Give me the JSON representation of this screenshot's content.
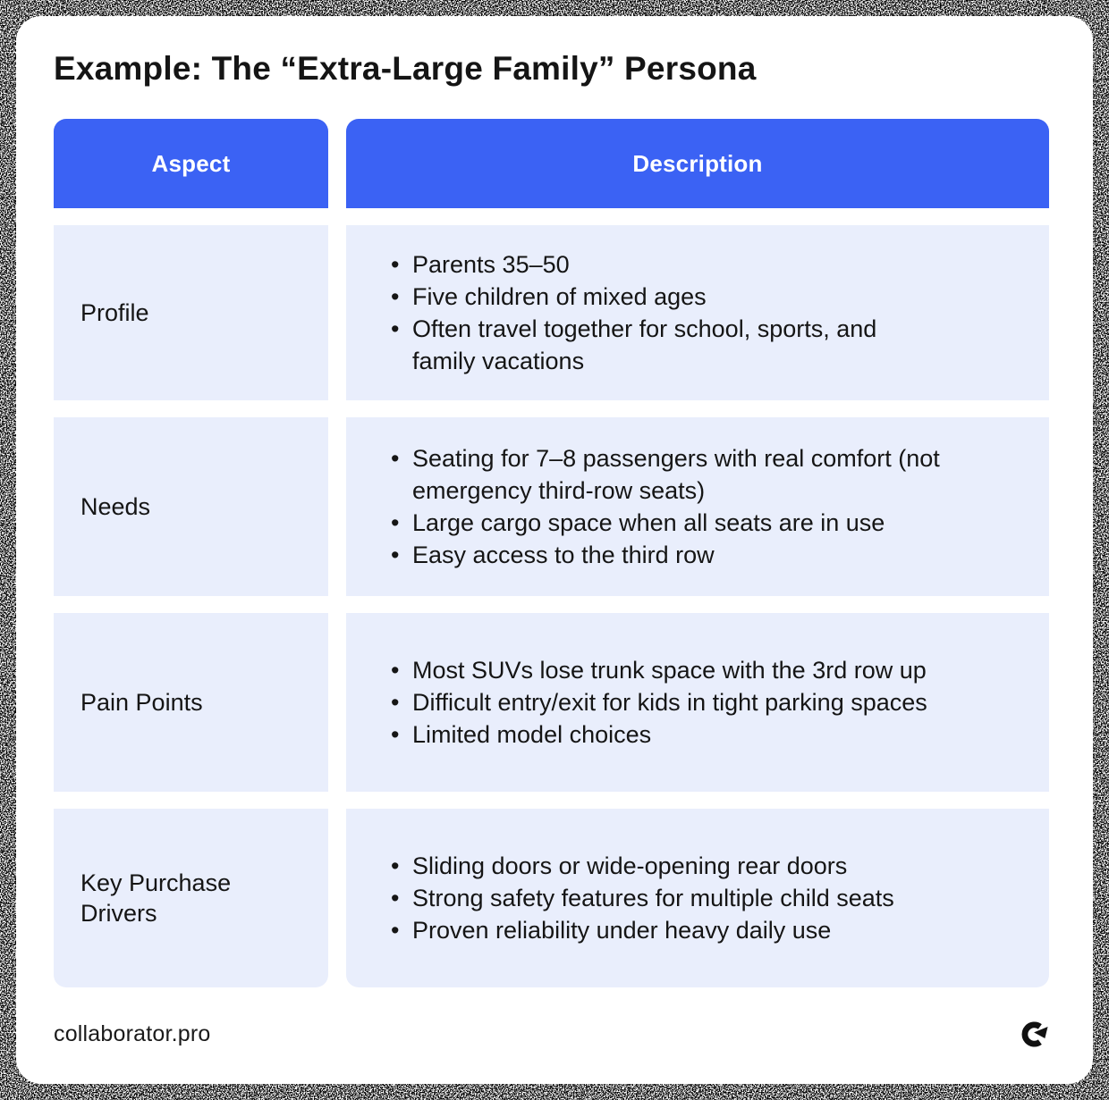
{
  "page": {
    "title": "Example: The “Extra-Large Family” Persona"
  },
  "table": {
    "headers": [
      "Aspect",
      "Description"
    ],
    "rows": [
      {
        "aspect": "Profile",
        "bullets": [
          "Parents 35–50",
          "Five children of mixed ages",
          "Often travel together for school, sports, and family vacations"
        ]
      },
      {
        "aspect": "Needs",
        "bullets": [
          "Seating for 7–8 passengers with real comfort (not emergency third-row seats)",
          "Large cargo space when all seats are in use",
          "Easy access to the third row"
        ]
      },
      {
        "aspect": "Pain Points",
        "bullets": [
          "Most SUVs lose trunk space with the 3rd row up",
          "Difficult entry/exit for kids in tight parking spaces",
          "Limited model choices"
        ]
      },
      {
        "aspect": "Key Purchase Drivers",
        "bullets": [
          "Sliding doors or wide-opening rear doors",
          "Strong safety features for multiple child seats",
          "Proven reliability under heavy daily use"
        ]
      }
    ]
  },
  "footer": {
    "site": "collaborator.pro",
    "logo_icon": "c-arrow-logo"
  },
  "colors": {
    "accent_blue": "#3B62F4",
    "cell_lavender": "#E9EEFC",
    "text_dark": "#151515",
    "frame_black": "#000000"
  }
}
